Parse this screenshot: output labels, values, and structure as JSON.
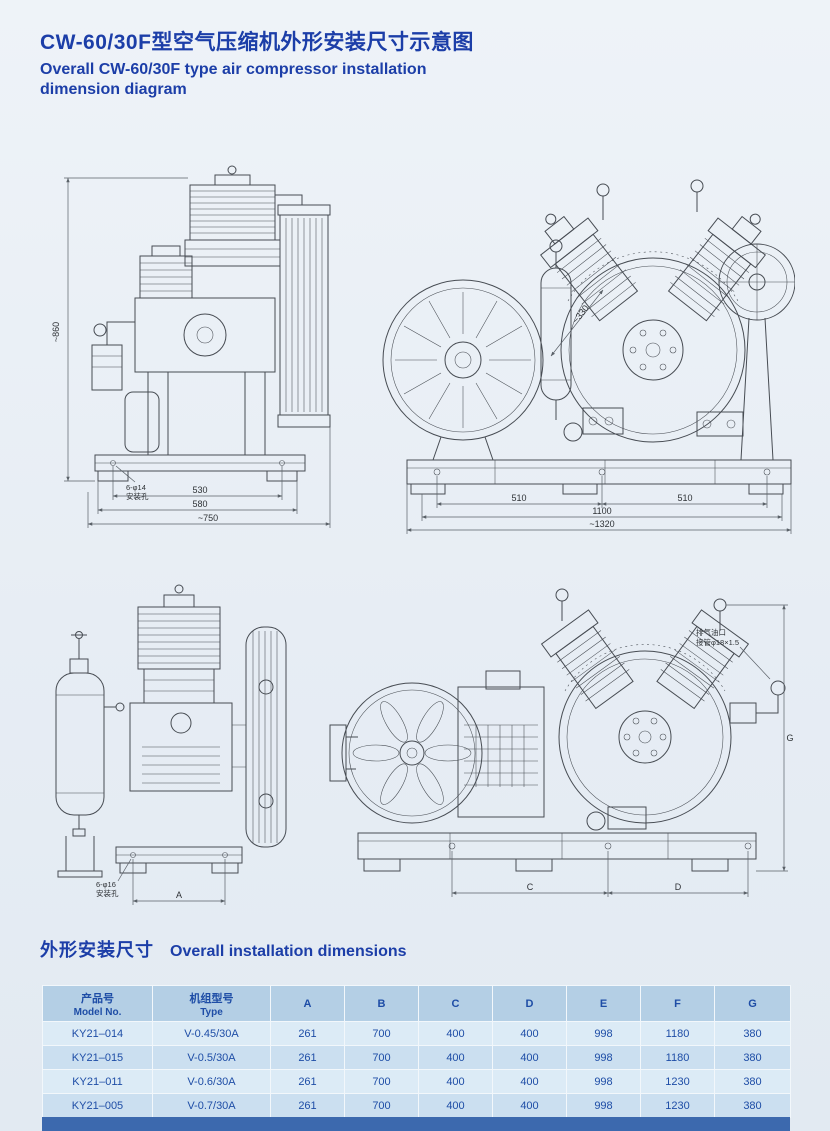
{
  "page": {
    "title_zh": "CW-60/30F型空气压缩机外形安装尺寸示意图",
    "title_en1": "Overall CW-60/30F type air compressor installation",
    "title_en2": "dimension diagram"
  },
  "drawings": {
    "d1": {
      "dim_height": "~860",
      "holes": "6-φ14",
      "holes_label": "安装孔",
      "dim_inner": "530",
      "dim_mid": "580",
      "dim_outer": "~750"
    },
    "d2": {
      "dim_left": "510",
      "dim_right": "510",
      "dim_span": "1100",
      "dim_overall": "~1320",
      "dim_diag": "~330"
    },
    "d3": {
      "holes": "6-φ16",
      "holes_label": "安装孔",
      "dim_a": "A"
    },
    "d4": {
      "dim_c": "C",
      "dim_d": "D",
      "dim_g": "G",
      "note1": "排气油口",
      "note2": "接管φ18×1.5"
    }
  },
  "section": {
    "title_zh": "外形安装尺寸",
    "title_en": "Overall installation dimensions"
  },
  "table": {
    "col1_zh": "产品号",
    "col1_en": "Model No.",
    "col2_zh": "机组型号",
    "col2_en": "Type",
    "letters": [
      "A",
      "B",
      "C",
      "D",
      "E",
      "F",
      "G"
    ],
    "rows": [
      [
        "KY21–014",
        "V-0.45/30A",
        "261",
        "700",
        "400",
        "400",
        "998",
        "1180",
        "380"
      ],
      [
        "KY21–015",
        "V-0.5/30A",
        "261",
        "700",
        "400",
        "400",
        "998",
        "1180",
        "380"
      ],
      [
        "KY21–011",
        "V-0.6/30A",
        "261",
        "700",
        "400",
        "400",
        "998",
        "1230",
        "380"
      ],
      [
        "KY21–005",
        "V-0.7/30A",
        "261",
        "700",
        "400",
        "400",
        "998",
        "1230",
        "380"
      ]
    ]
  }
}
